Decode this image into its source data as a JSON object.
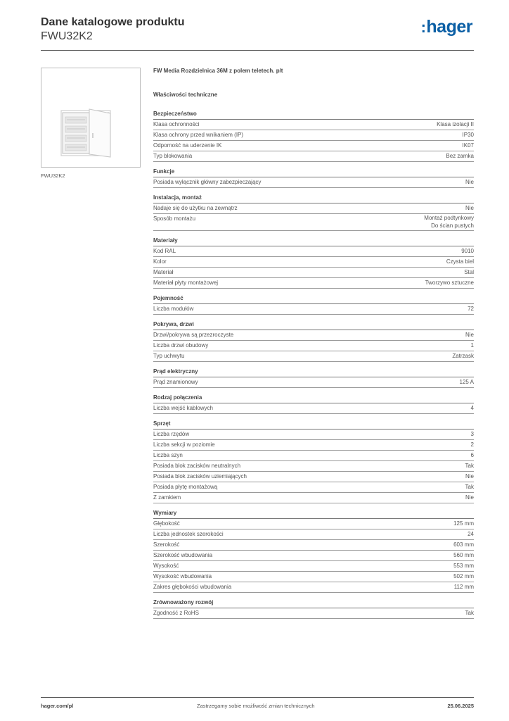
{
  "header": {
    "title": "Dane katalogowe produktu",
    "product_code": "FWU32K2",
    "logo_text": "hager",
    "brand_color": "#0b5fa5"
  },
  "product": {
    "image_caption": "FWU32K2",
    "name": "FW Media Rozdzielnica 36M z polem teletech. p/t"
  },
  "section_title": "Właściwości techniczne",
  "groups": [
    {
      "title": "Bezpieczeństwo",
      "rows": [
        {
          "label": "Klasa ochronności",
          "value": "Klasa izolacji II"
        },
        {
          "label": "Klasa ochrony przed wnikaniem (IP)",
          "value": "IP30"
        },
        {
          "label": "Odporność na uderzenie IK",
          "value": "IK07"
        },
        {
          "label": "Typ blokowania",
          "value": "Bez zamka"
        }
      ]
    },
    {
      "title": "Funkcje",
      "rows": [
        {
          "label": "Posiada wyłącznik główny zabezpieczający",
          "value": "Nie"
        }
      ]
    },
    {
      "title": "Instalacja, montaż",
      "rows": [
        {
          "label": "Nadaje się do użytku na zewnątrz",
          "value": "Nie"
        },
        {
          "label": "Sposób montażu",
          "value": "Montaż podtynkowy\nDo ścian pustych"
        }
      ]
    },
    {
      "title": "Materiały",
      "rows": [
        {
          "label": "Kod RAL",
          "value": "9010"
        },
        {
          "label": "Kolor",
          "value": "Czysta biel"
        },
        {
          "label": "Materiał",
          "value": "Stal"
        },
        {
          "label": "Materiał płyty montażowej",
          "value": "Tworzywo sztuczne"
        }
      ]
    },
    {
      "title": "Pojemność",
      "rows": [
        {
          "label": "Liczba modułów",
          "value": "72"
        }
      ]
    },
    {
      "title": "Pokrywa, drzwi",
      "rows": [
        {
          "label": "Drzwi/pokrywa są przezroczyste",
          "value": "Nie"
        },
        {
          "label": "Liczba drzwi obudowy",
          "value": "1"
        },
        {
          "label": "Typ uchwytu",
          "value": "Zatrzask"
        }
      ]
    },
    {
      "title": "Prąd elektryczny",
      "rows": [
        {
          "label": "Prąd znamionowy",
          "value": "125 A"
        }
      ]
    },
    {
      "title": "Rodzaj połączenia",
      "rows": [
        {
          "label": "Liczba wejść kablowych",
          "value": "4"
        }
      ]
    },
    {
      "title": "Sprzęt",
      "rows": [
        {
          "label": "Liczba rzędów",
          "value": "3"
        },
        {
          "label": "Liczba sekcji w poziomie",
          "value": "2"
        },
        {
          "label": "Liczba szyn",
          "value": "6"
        },
        {
          "label": "Posiada blok zacisków neutralnych",
          "value": "Tak"
        },
        {
          "label": "Posiada blok zacisków uziemiających",
          "value": "Nie"
        },
        {
          "label": "Posiada płytę montażową",
          "value": "Tak"
        },
        {
          "label": "Z zamkiem",
          "value": "Nie"
        }
      ]
    },
    {
      "title": "Wymiary",
      "rows": [
        {
          "label": "Głębokość",
          "value": "125 mm"
        },
        {
          "label": "Liczba jednostek szerokości",
          "value": "24"
        },
        {
          "label": "Szerokość",
          "value": "603 mm"
        },
        {
          "label": "Szerokość wbudowania",
          "value": "560 mm"
        },
        {
          "label": "Wysokość",
          "value": "553 mm"
        },
        {
          "label": "Wysokość wbudowania",
          "value": "502 mm"
        },
        {
          "label": "Zakres głębokości wbudowania",
          "value": "112 mm"
        }
      ]
    },
    {
      "title": "Zrównoważony rozwój",
      "rows": [
        {
          "label": "Zgodność z RoHS",
          "value": "Tak"
        }
      ]
    }
  ],
  "footer": {
    "website": "hager.com/pl",
    "notice": "Zastrzegamy sobie możliwość zmian technicznych",
    "date": "25.06.2025"
  }
}
